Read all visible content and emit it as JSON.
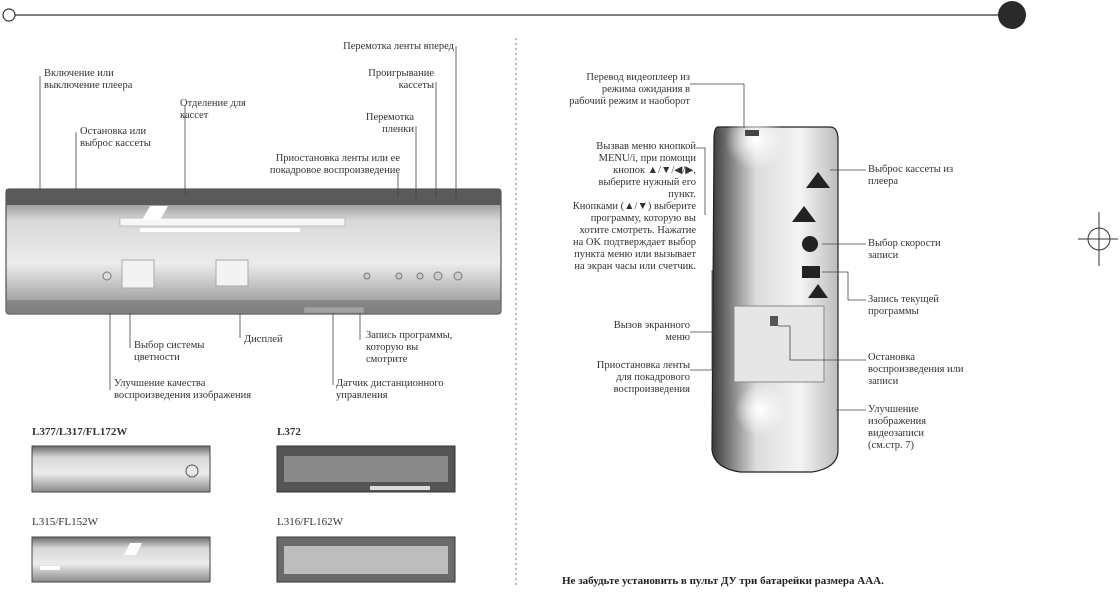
{
  "left": {
    "callouts": {
      "power": "Включение или\nвыключение плеера",
      "stop_eject": "Остановка или\nвыброс кассеты",
      "cassette_slot": "Отделение для\nкассет",
      "pause_still": "Приостановка ленты или ее\nпокадровое воспроизведение",
      "rewind": "Перемотка\nпленки",
      "play": "Проигрывание\nкассеты",
      "fast_forward": "Перемотка ленты вперед",
      "color_system": "Выбор системы\nцветности",
      "display": "Дисплей",
      "record": "Запись программы,\nкоторую вы\nсмотрите",
      "picture_quality": "Улучшение качества\nвоспроизведения изображения",
      "ir_sensor": "Датчик дистанционного\nуправления"
    },
    "models": [
      "L377/L317/FL172W",
      "L372",
      "L315/FL152W",
      "L316/FL162W"
    ]
  },
  "right": {
    "callouts": {
      "standby": "Перевод видеоплеер из\nрежима ожидания в\nрабочий режим и наоборот",
      "menu_help": "Вызвав меню кнопкой\nMENU/i, при помощи\nкнопок ▲/▼/◀/▶,\nвыберите нужный его\nпункт.\nКнопками (▲/▼) выберите\nпрограмму, которую вы\nхотите смотреть. Нажатие\nна OK подтверждает выбор\nпункта меню или вызывает\nна экран часы или счетчик.",
      "osd_menu": "Вызов экранного\nменю",
      "pause_frame": "Приостановка ленты\nдля покадрового\nвоспроизведения",
      "eject": "Выброс кассеты из\nплеера",
      "rec_speed": "Выбор скорости\nзаписи",
      "record_current": "Запись текущей\nпрограммы",
      "stop": "Остановка\nвоспроизведения или\nзаписи",
      "image_enhance": "Улучшение\nизображения\nвидеозаписи\n(см.стр. 7)"
    },
    "battery_note": "Не забудьте установить в пульт ДУ три батарейки размера AAA."
  }
}
